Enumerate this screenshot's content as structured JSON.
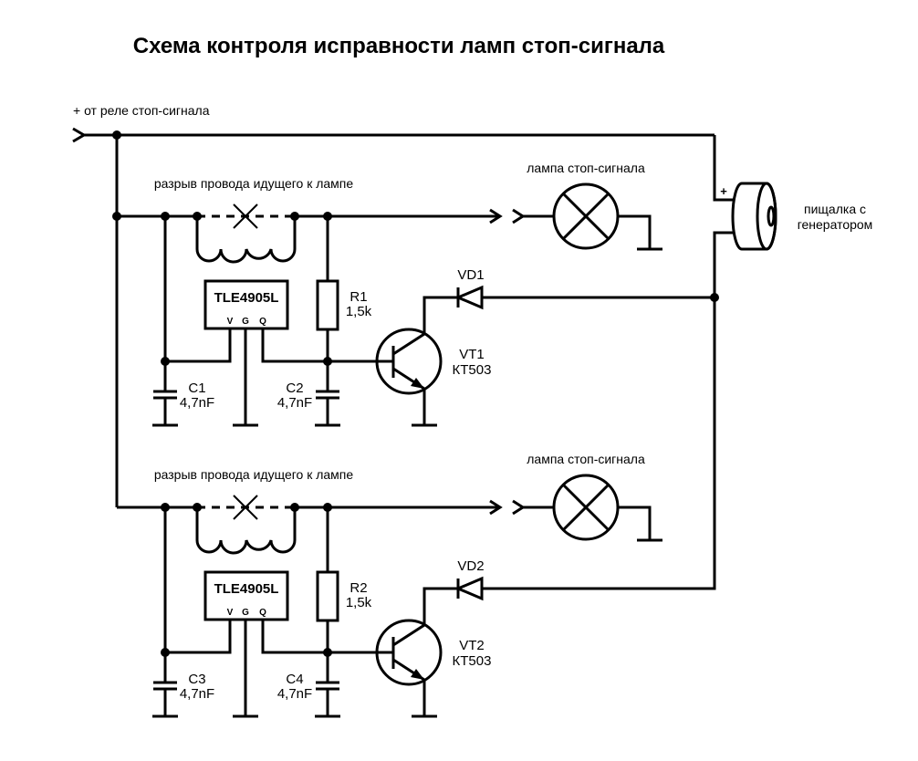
{
  "title": "Схема контроля исправности ламп стоп-сигнала",
  "input_label": "+ от реле стоп-сигнала",
  "buzzer": {
    "label_line1": "пищалка с",
    "label_line2": "генератором",
    "plus": "+"
  },
  "channels": [
    {
      "break_label": "разрыв провода идущего к лампе",
      "lamp_label": "лампа стоп-сигнала",
      "ic": {
        "name": "TLE4905L",
        "pins": [
          "V",
          "G",
          "Q"
        ]
      },
      "resistor": {
        "ref": "R1",
        "value": "1,5k"
      },
      "cap_a": {
        "ref": "C1",
        "value": "4,7nF"
      },
      "cap_b": {
        "ref": "C2",
        "value": "4,7nF"
      },
      "transistor": {
        "ref": "VT1",
        "type": "КТ503"
      },
      "diode": {
        "ref": "VD1"
      }
    },
    {
      "break_label": "разрыв провода идущего к лампе",
      "lamp_label": "лампа стоп-сигнала",
      "ic": {
        "name": "TLE4905L",
        "pins": [
          "V",
          "G",
          "Q"
        ]
      },
      "resistor": {
        "ref": "R2",
        "value": "1,5k"
      },
      "cap_a": {
        "ref": "C3",
        "value": "4,7nF"
      },
      "cap_b": {
        "ref": "C4",
        "value": "4,7nF"
      },
      "transistor": {
        "ref": "VT2",
        "type": "КТ503"
      },
      "diode": {
        "ref": "VD2"
      }
    }
  ]
}
